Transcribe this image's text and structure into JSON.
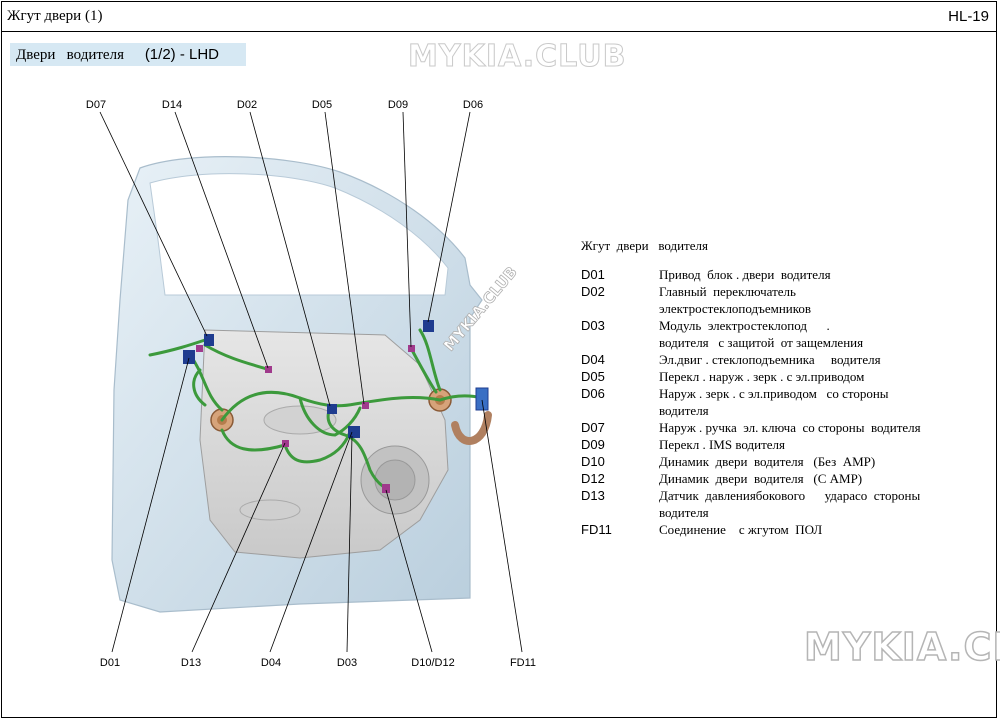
{
  "header": {
    "title": "Жгут двери   (1)",
    "page": "HL-19"
  },
  "section": {
    "title_ru": "Двери   водителя",
    "title_part": "(1/2) - LHD"
  },
  "watermarks": {
    "top": "MYKIA.CLUB",
    "diagonal": "MYKIA.CLUB",
    "bottom": "MYKIA.CLUB"
  },
  "diagram": {
    "top_labels": [
      "D07",
      "D14",
      "D02",
      "D05",
      "D09",
      "D06"
    ],
    "bottom_labels": [
      "D01",
      "D13",
      "D04",
      "D03",
      "D10/D12",
      "FD11"
    ],
    "colors": {
      "harness": "#3c9a3c",
      "door": "#d4e3ee",
      "connector_blue": "#1f3c8f",
      "connector_pink": "#a03a8c"
    }
  },
  "legend": {
    "title": "Жгут  двери   водителя",
    "items": [
      {
        "code": "D01",
        "desc": "Привод  блок . двери  водителя"
      },
      {
        "code": "D02",
        "desc": "Главный  переключатель\nэлектростеклоподъемников"
      },
      {
        "code": "D03",
        "desc": "Модуль  электростеклопод      .\nводителя   с защитой  от защемления"
      },
      {
        "code": "D04",
        "desc": "Эл.двиг . стеклоподъемника     водителя"
      },
      {
        "code": "D05",
        "desc": "Перекл . наруж . зерк . с эл.приводом"
      },
      {
        "code": "D06",
        "desc": "Наруж . зерк . с эл.приводом   со стороны\nводителя"
      },
      {
        "code": "D07",
        "desc": "Наруж . ручка  эл. ключа  со стороны  водителя"
      },
      {
        "code": "D09",
        "desc": "Перекл . IMS водителя"
      },
      {
        "code": "D10",
        "desc": "Динамик  двери  водителя   (Без  AMP)"
      },
      {
        "code": "D12",
        "desc": "Динамик  двери  водителя   (С AMP)"
      },
      {
        "code": "D13",
        "desc": "Датчик  давлениябокового      ударасо  стороны\nводителя"
      },
      {
        "code": "FD11",
        "desc": "Соединение    с жгутом  ПОЛ"
      }
    ]
  }
}
